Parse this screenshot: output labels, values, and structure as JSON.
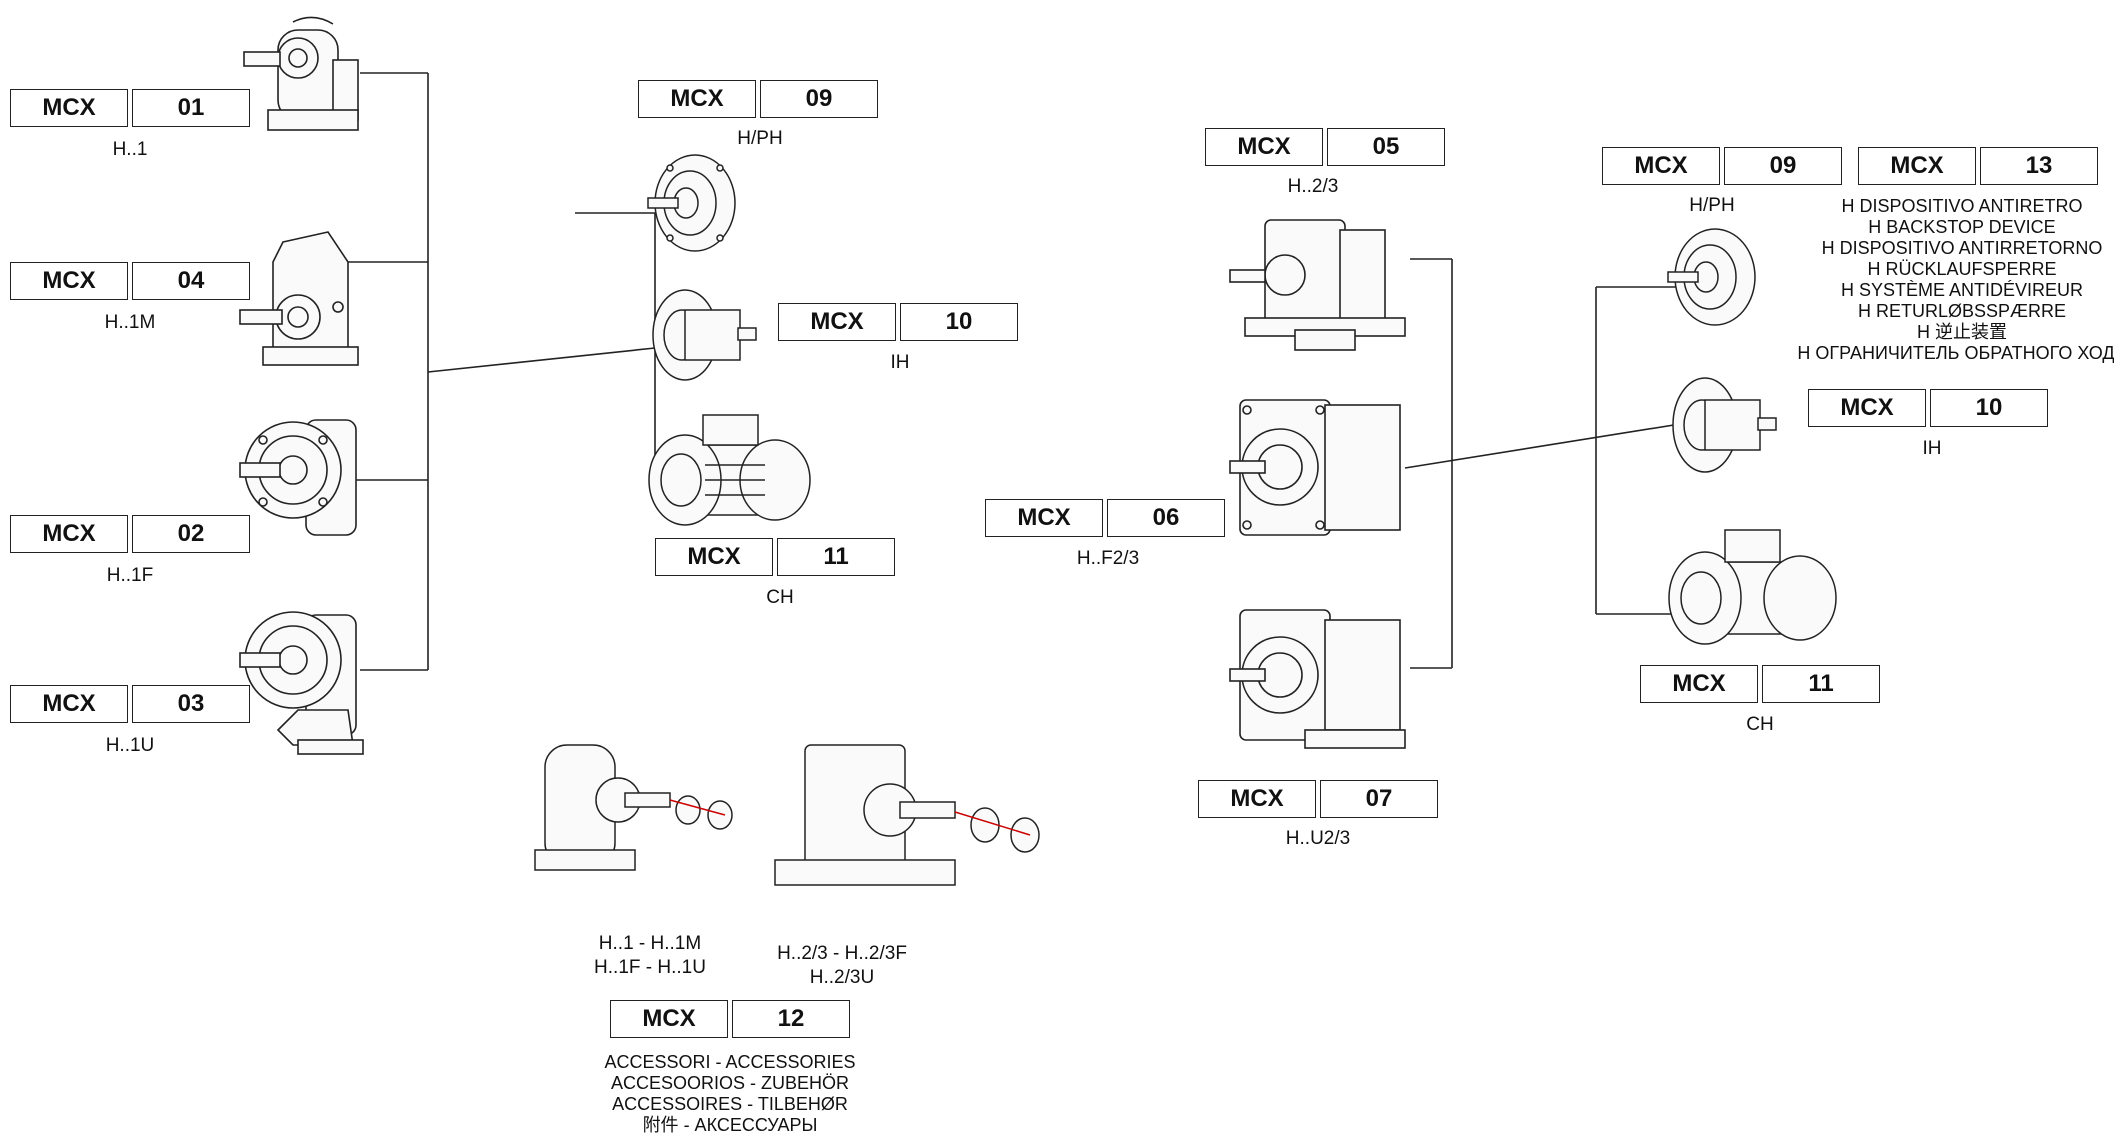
{
  "boxes": {
    "b01": {
      "l": "MCX",
      "r": "01",
      "label": "H..1"
    },
    "b04": {
      "l": "MCX",
      "r": "04",
      "label": "H..1M"
    },
    "b02": {
      "l": "MCX",
      "r": "02",
      "label": "H..1F"
    },
    "b03": {
      "l": "MCX",
      "r": "03",
      "label": "H..1U"
    },
    "b09a": {
      "l": "MCX",
      "r": "09",
      "label": "H/PH"
    },
    "b10a": {
      "l": "MCX",
      "r": "10",
      "label": "IH"
    },
    "b11a": {
      "l": "MCX",
      "r": "11",
      "label": "CH"
    },
    "b05": {
      "l": "MCX",
      "r": "05",
      "label": "H..2/3"
    },
    "b06": {
      "l": "MCX",
      "r": "06",
      "label": "H..F2/3"
    },
    "b07": {
      "l": "MCX",
      "r": "07",
      "label": "H..U2/3"
    },
    "b09b": {
      "l": "MCX",
      "r": "09",
      "label": "H/PH"
    },
    "b13": {
      "l": "MCX",
      "r": "13"
    },
    "b10b": {
      "l": "MCX",
      "r": "10",
      "label": "IH"
    },
    "b11b": {
      "l": "MCX",
      "r": "11",
      "label": "CH"
    },
    "b12": {
      "l": "MCX",
      "r": "12"
    }
  },
  "backstop_lines": [
    "H DISPOSITIVO ANTIRETRO",
    "H BACKSTOP DEVICE",
    "H DISPOSITIVO ANTIRRETORNO",
    "H RÜCKLAUFSPERRE",
    "H SYSTÈME ANTIDÉVIREUR",
    "H RETURLØBSSPÆRRE",
    "H 逆止装置",
    "H ОГРАНИЧИТЕЛЬ ОБРАТНОГО ХОДА"
  ],
  "accessory_lines": [
    "ACCESSORI - ACCESSORIES",
    "ACCESOORIOS - ZUBEHÖR",
    "ACCESSOIRES - TILBEHØR",
    "附件 -  АКСЕССУАРЫ"
  ],
  "small_labels": {
    "line1": "H..1 - H..1M",
    "line2": "H..1F - H..1U",
    "line3": "H..2/3 - H..2/3F",
    "line4": "H..2/3U"
  }
}
